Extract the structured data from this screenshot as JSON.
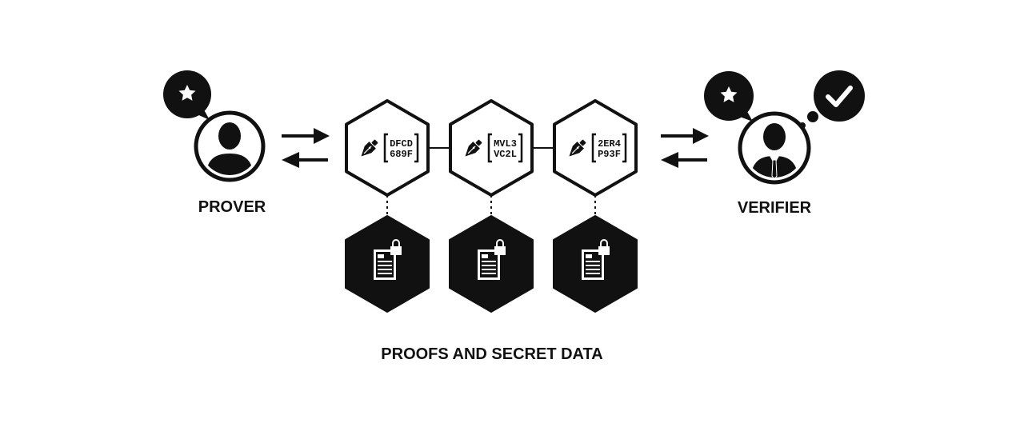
{
  "prover": {
    "label": "PROVER"
  },
  "verifier": {
    "label": "VERIFIER"
  },
  "footer": {
    "caption": "PROOFS AND SECRET DATA"
  },
  "proofs": [
    {
      "code_line1": "DFCD",
      "code_line2": "689F"
    },
    {
      "code_line1": "MVL3",
      "code_line2": "VC2L"
    },
    {
      "code_line1": "2ER4",
      "code_line2": "P93F"
    }
  ],
  "colors": {
    "ink": "#111111",
    "paper": "#ffffff"
  },
  "icons": {
    "prover_bubble": "star-icon",
    "verifier_bubble": "star-icon",
    "verifier_thought": "checkmark-icon",
    "proof": "pen-nib-icon",
    "secret": "locked-document-icon"
  }
}
